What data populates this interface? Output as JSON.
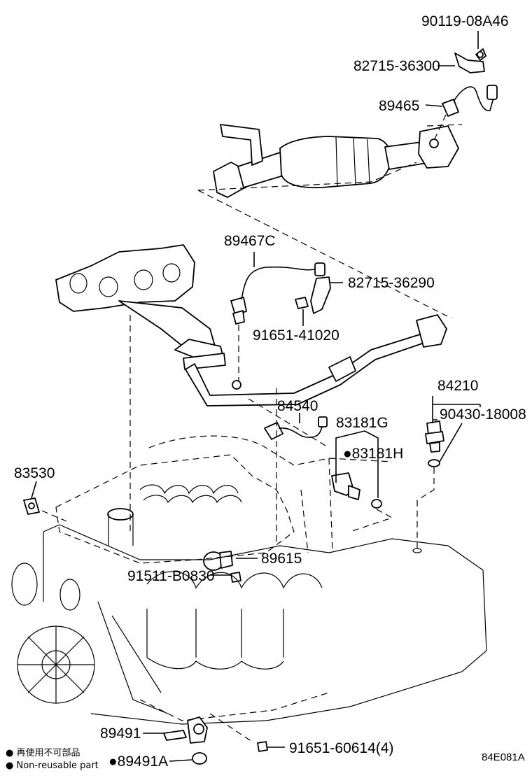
{
  "part_labels": {
    "p90119": "90119-08A46",
    "p82715_36300": "82715-36300",
    "p89465": "89465",
    "p89467c": "89467C",
    "p82715_36290": "82715-36290",
    "p91651_41020": "91651-41020",
    "p84210": "84210",
    "p90430": "90430-18008",
    "p84540": "84540",
    "p83181g": "83181G",
    "p83181h": "●83181H",
    "p83530": "83530",
    "p89615": "89615",
    "p91511": "91511-B0830",
    "p89491": "89491",
    "p89491a": "●89491A",
    "p91651_60614": "91651-60614(4)"
  },
  "legend": {
    "line1": "● 再使用不可部品",
    "line2": "● Non-reusable part"
  },
  "diagram_code": "84E081A"
}
